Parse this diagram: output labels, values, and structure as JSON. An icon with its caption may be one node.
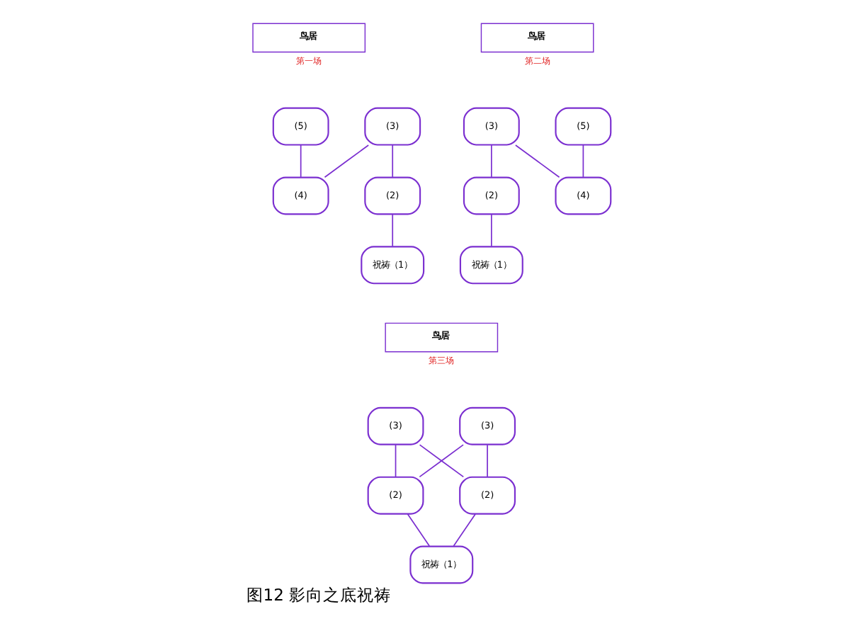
{
  "diagram": {
    "caption": "图12 影向之底祝祷",
    "nodes": [
      {
        "text": [
          "鸟居"
        ],
        "beside": [
          "第一场"
        ]
      },
      {
        "text": [
          "(5)"
        ]
      },
      {
        "text": [
          "(3)"
        ]
      },
      {
        "text": [
          "(4)"
        ]
      },
      {
        "text": [
          "(2)"
        ]
      },
      {
        "text": [
          "祝祷（1）"
        ]
      },
      {
        "text": [
          "鸟居"
        ],
        "beside": [
          "第二场"
        ]
      },
      {
        "text": [
          "(3)"
        ]
      },
      {
        "text": [
          "(5)"
        ]
      },
      {
        "text": [
          "(2)"
        ]
      },
      {
        "text": [
          "(4)"
        ]
      },
      {
        "text": [
          "祝祷（1）"
        ]
      },
      {
        "text": [
          "鸟居"
        ],
        "beside": [
          "第三场"
        ]
      },
      {
        "text": [
          "(3)"
        ]
      },
      {
        "text": [
          "(3)"
        ]
      },
      {
        "text": [
          "(2)"
        ]
      },
      {
        "text": [
          "(2)"
        ]
      },
      {
        "text": [
          "祝祷（1）"
        ]
      }
    ],
    "edges": [
      {
        "from": 1,
        "to": 3,
        "arrow": "none"
      },
      {
        "from": 2,
        "to": 3,
        "arrow": "none"
      },
      {
        "from": 2,
        "to": 4,
        "arrow": "none"
      },
      {
        "from": 4,
        "to": 5,
        "arrow": "none"
      },
      {
        "from": 7,
        "to": 9,
        "arrow": "none"
      },
      {
        "from": 7,
        "to": 10,
        "arrow": "none"
      },
      {
        "from": 8,
        "to": 10,
        "arrow": "none"
      },
      {
        "from": 9,
        "to": 11,
        "arrow": "none"
      },
      {
        "from": 13,
        "to": 15,
        "arrow": "none"
      },
      {
        "from": 13,
        "to": 16,
        "arrow": "none"
      },
      {
        "from": 14,
        "to": 15,
        "arrow": "none"
      },
      {
        "from": 14,
        "to": 16,
        "arrow": "none"
      },
      {
        "from": 15,
        "to": 17,
        "arrow": "none"
      },
      {
        "from": 16,
        "to": 17,
        "arrow": "none"
      }
    ]
  }
}
